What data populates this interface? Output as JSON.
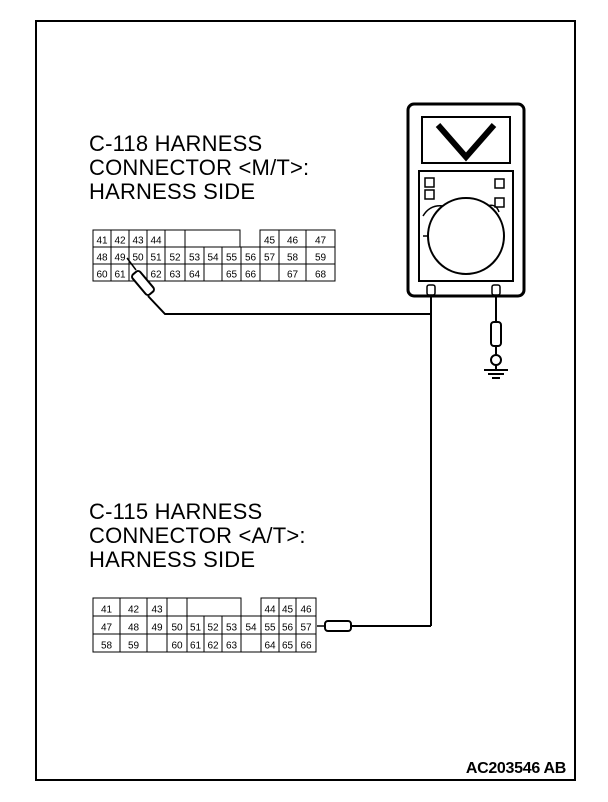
{
  "connector_c118": {
    "title_lines": [
      "C-118 HARNESS",
      "CONNECTOR <M/T>:",
      "HARNESS SIDE"
    ],
    "row1": [
      "41",
      "42",
      "43",
      "44",
      "",
      "",
      "45",
      "46",
      "47"
    ],
    "row2": [
      "48",
      "49",
      "50",
      "51",
      "52",
      "53",
      "54",
      "55",
      "56",
      "57",
      "58",
      "59"
    ],
    "row3": [
      "60",
      "61",
      "",
      "62",
      "63",
      "64",
      "",
      "65",
      "66",
      "",
      "67",
      "68"
    ]
  },
  "connector_c115": {
    "title_lines": [
      "C-115 HARNESS",
      "CONNECTOR <A/T>:",
      "HARNESS SIDE"
    ],
    "row1": [
      "41",
      "42",
      "43",
      "",
      "",
      "44",
      "45",
      "46"
    ],
    "row2": [
      "47",
      "48",
      "49",
      "50",
      "51",
      "52",
      "53",
      "54",
      "55",
      "56",
      "57"
    ],
    "row3": [
      "58",
      "59",
      "",
      "60",
      "61",
      "62",
      "63",
      "",
      "64",
      "65",
      "66"
    ]
  },
  "figure_id": "AC203546 AB"
}
